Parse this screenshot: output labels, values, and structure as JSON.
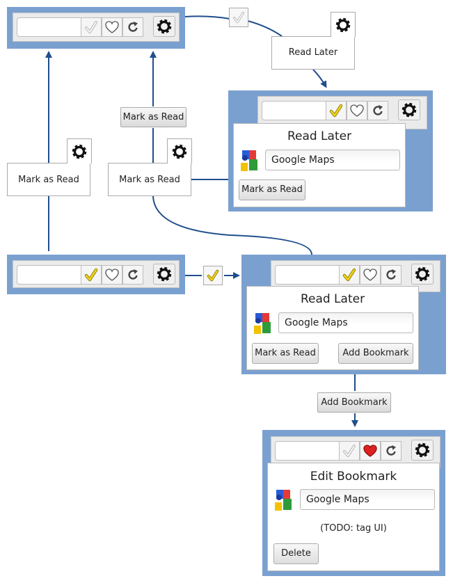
{
  "labels": {
    "read_later": "Read Later",
    "edit_bookmark": "Edit Bookmark",
    "mark_as_read": "Mark as Read",
    "add_bookmark": "Add Bookmark",
    "delete": "Delete"
  },
  "page_title_value": "Google Maps",
  "todo_note": "(TODO: tag UI)",
  "icons": {
    "check": "check-icon",
    "heart": "heart-icon",
    "reload": "reload-icon",
    "gear": "gear-icon",
    "favicon": "google-maps-favicon"
  },
  "colors": {
    "frame": "#7aa0d0",
    "arrow": "#1f4e8c",
    "check_active": "#f0d21c",
    "heart_active": "#e02020"
  }
}
